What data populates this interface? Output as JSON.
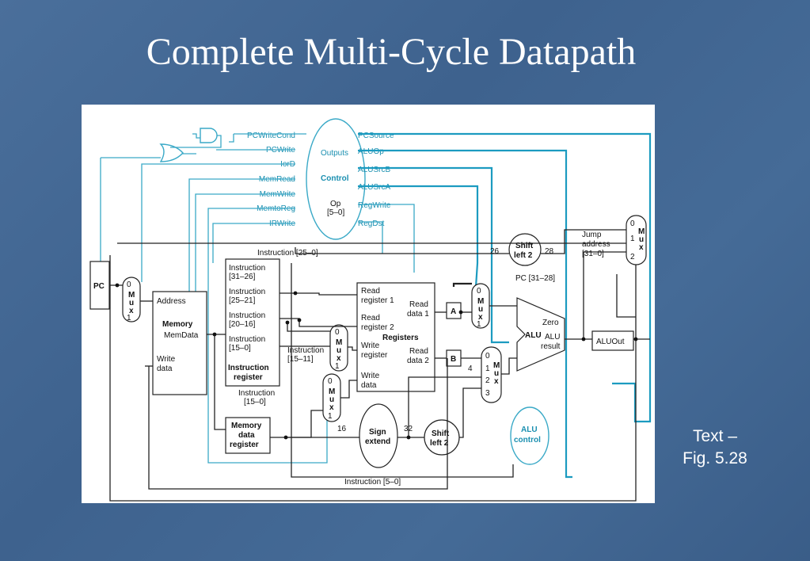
{
  "slide": {
    "title": "Complete Multi-Cycle Datapath",
    "caption_line1": "Text –",
    "caption_line2": "Fig. 5.28"
  },
  "control": {
    "outputs_label": "Outputs",
    "control_label": "Control",
    "op_label": "Op",
    "op_range": "[5–0]",
    "left_signals": [
      "PCWriteCond",
      "PCWrite",
      "IorD",
      "MemRead",
      "MemWrite",
      "MemtoReg",
      "IRWrite"
    ],
    "right_signals": [
      "PCSource",
      "ALUOp",
      "ALUSrcB",
      "ALUSrcA",
      "RegWrite",
      "RegDst"
    ]
  },
  "datapath": {
    "pc": "PC",
    "mux": [
      "M",
      "u",
      "x"
    ],
    "mux_in": [
      "0",
      "1",
      "2",
      "3"
    ],
    "mux4_lbl": "4",
    "memory": {
      "address": "Address",
      "title": "Memory",
      "memdata": "MemData",
      "write1": "Write",
      "write2": "data"
    },
    "ir": {
      "f1a": "Instruction",
      "f1b": "[31–26]",
      "f2a": "Instruction",
      "f2b": "[25–21]",
      "f3a": "Instruction",
      "f3b": "[20–16]",
      "f4a": "Instruction",
      "f4b": "[15–0]",
      "title1": "Instruction",
      "title2": "register",
      "below1": "Instruction",
      "below2": "[15–0]"
    },
    "instr_25_0": "Instruction [25–0]",
    "instr_15_11a": "Instruction",
    "instr_15_11b": "[15–11]",
    "instr_5_0": "Instruction [5–0]",
    "mdr": {
      "l1": "Memory",
      "l2": "data",
      "l3": "register"
    },
    "regs": {
      "rr1a": "Read",
      "rr1b": "register 1",
      "rr2a": "Read",
      "rr2b": "register 2",
      "wra": "Write",
      "wrb": "register",
      "wda": "Write",
      "wdb": "data",
      "rd1a": "Read",
      "rd1b": "data 1",
      "rd2a": "Read",
      "rd2b": "data 2",
      "title": "Registers"
    },
    "a": "A",
    "b": "B",
    "shift_top": {
      "l1": "Shift",
      "l2": "left 2",
      "in": "26",
      "out": "28"
    },
    "pc_31_28": "PC [31–28]",
    "jump": {
      "l1": "Jump",
      "l2": "address",
      "l3": "[31–0]"
    },
    "alu": {
      "name": "ALU",
      "zero": "Zero",
      "r1": "ALU",
      "r2": "result"
    },
    "aluout": "ALUOut",
    "sign_ext": {
      "l1": "Sign",
      "l2": "extend",
      "in": "16",
      "out": "32"
    },
    "shift_bot": {
      "l1": "Shift",
      "l2": "left 2"
    },
    "alu_control": {
      "l1": "ALU",
      "l2": "control"
    }
  }
}
